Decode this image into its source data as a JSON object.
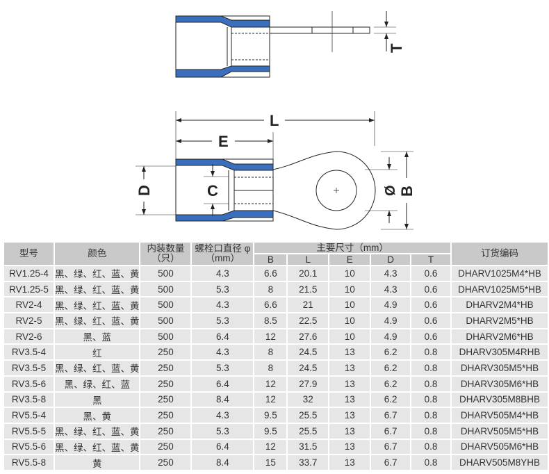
{
  "colors": {
    "insulation": "#3a6fbe",
    "header_bg": "#c9c9c9",
    "cell_bg": "#e6e6e6"
  },
  "drawing": {
    "labels": {
      "T": "T",
      "L": "L",
      "E": "E",
      "D": "D",
      "C": "C",
      "phi": "Ø",
      "B": "B"
    }
  },
  "table": {
    "headers": {
      "model": "型号",
      "color": "颜色",
      "qty": "内装数量",
      "qty_unit": "（只）",
      "bolt": "螺栓口直径 φ",
      "bolt_unit": "（mm）",
      "dims": "主要尺寸（mm）",
      "code": "订货编码",
      "B": "B",
      "L": "L",
      "E": "E",
      "D": "D",
      "T": "T"
    },
    "rows": [
      [
        "RV1.25-4",
        "黑、绿、红、蓝、黄",
        "500",
        "4.3",
        "6.6",
        "20.1",
        "10",
        "4.3",
        "0.6",
        "DHARV1025M4*HB"
      ],
      [
        "RV1.25-5",
        "黑、绿、红、蓝、黄",
        "500",
        "5.3",
        "8",
        "21.5",
        "10",
        "4.3",
        "0.6",
        "DHARV1025M5*HB"
      ],
      [
        "RV2-4",
        "黑、绿、红、蓝、黄",
        "500",
        "4.3",
        "6.6",
        "21",
        "10",
        "4.9",
        "0.6",
        "DHARV2M4*HB"
      ],
      [
        "RV2-5",
        "黑、绿、红、蓝、黄",
        "500",
        "5.3",
        "8.5",
        "22.5",
        "10",
        "4.9",
        "0.6",
        "DHARV2M5*HB"
      ],
      [
        "RV2-6",
        "黑、蓝",
        "500",
        "6.4",
        "12",
        "27.6",
        "10",
        "4.9",
        "0.6",
        "DHARV2M6*HB"
      ],
      [
        "RV3.5-4",
        "红",
        "250",
        "4.3",
        "8",
        "24.5",
        "13",
        "6.2",
        "0.8",
        "DHARV305M4RHB"
      ],
      [
        "RV3.5-5",
        "黑、绿、红、蓝、黄",
        "250",
        "5.3",
        "8",
        "24.5",
        "13",
        "6.2",
        "0.8",
        "DHARV305M5*HB"
      ],
      [
        "RV3.5-6",
        "黑、绿、红、蓝",
        "250",
        "6.4",
        "12",
        "27.9",
        "13",
        "6.2",
        "0.8",
        "DHARV305M6*HB"
      ],
      [
        "RV3.5-8",
        "黑",
        "250",
        "8.4",
        "12",
        "32",
        "13",
        "6.2",
        "0.8",
        "DHARV305M8BHB"
      ],
      [
        "RV5.5-4",
        "黑、黄",
        "250",
        "4.3",
        "9.5",
        "25.5",
        "13",
        "6.7",
        "0.8",
        "DHARV505M4*HB"
      ],
      [
        "RV5.5-5",
        "黑、绿、红、蓝、黄",
        "250",
        "5.3",
        "9.5",
        "25.5",
        "13",
        "6.7",
        "0.8",
        "DHARV505M5*HB"
      ],
      [
        "RV5.5-6",
        "黑、绿、红、蓝、黄",
        "250",
        "6.4",
        "12",
        "31.5",
        "13",
        "6.7",
        "0.8",
        "DHARV505M6*HB"
      ],
      [
        "RV5.5-8",
        "黄",
        "250",
        "8.4",
        "15",
        "33.7",
        "13",
        "6.7",
        "0.8",
        "DHARV505M8YHB"
      ]
    ]
  }
}
